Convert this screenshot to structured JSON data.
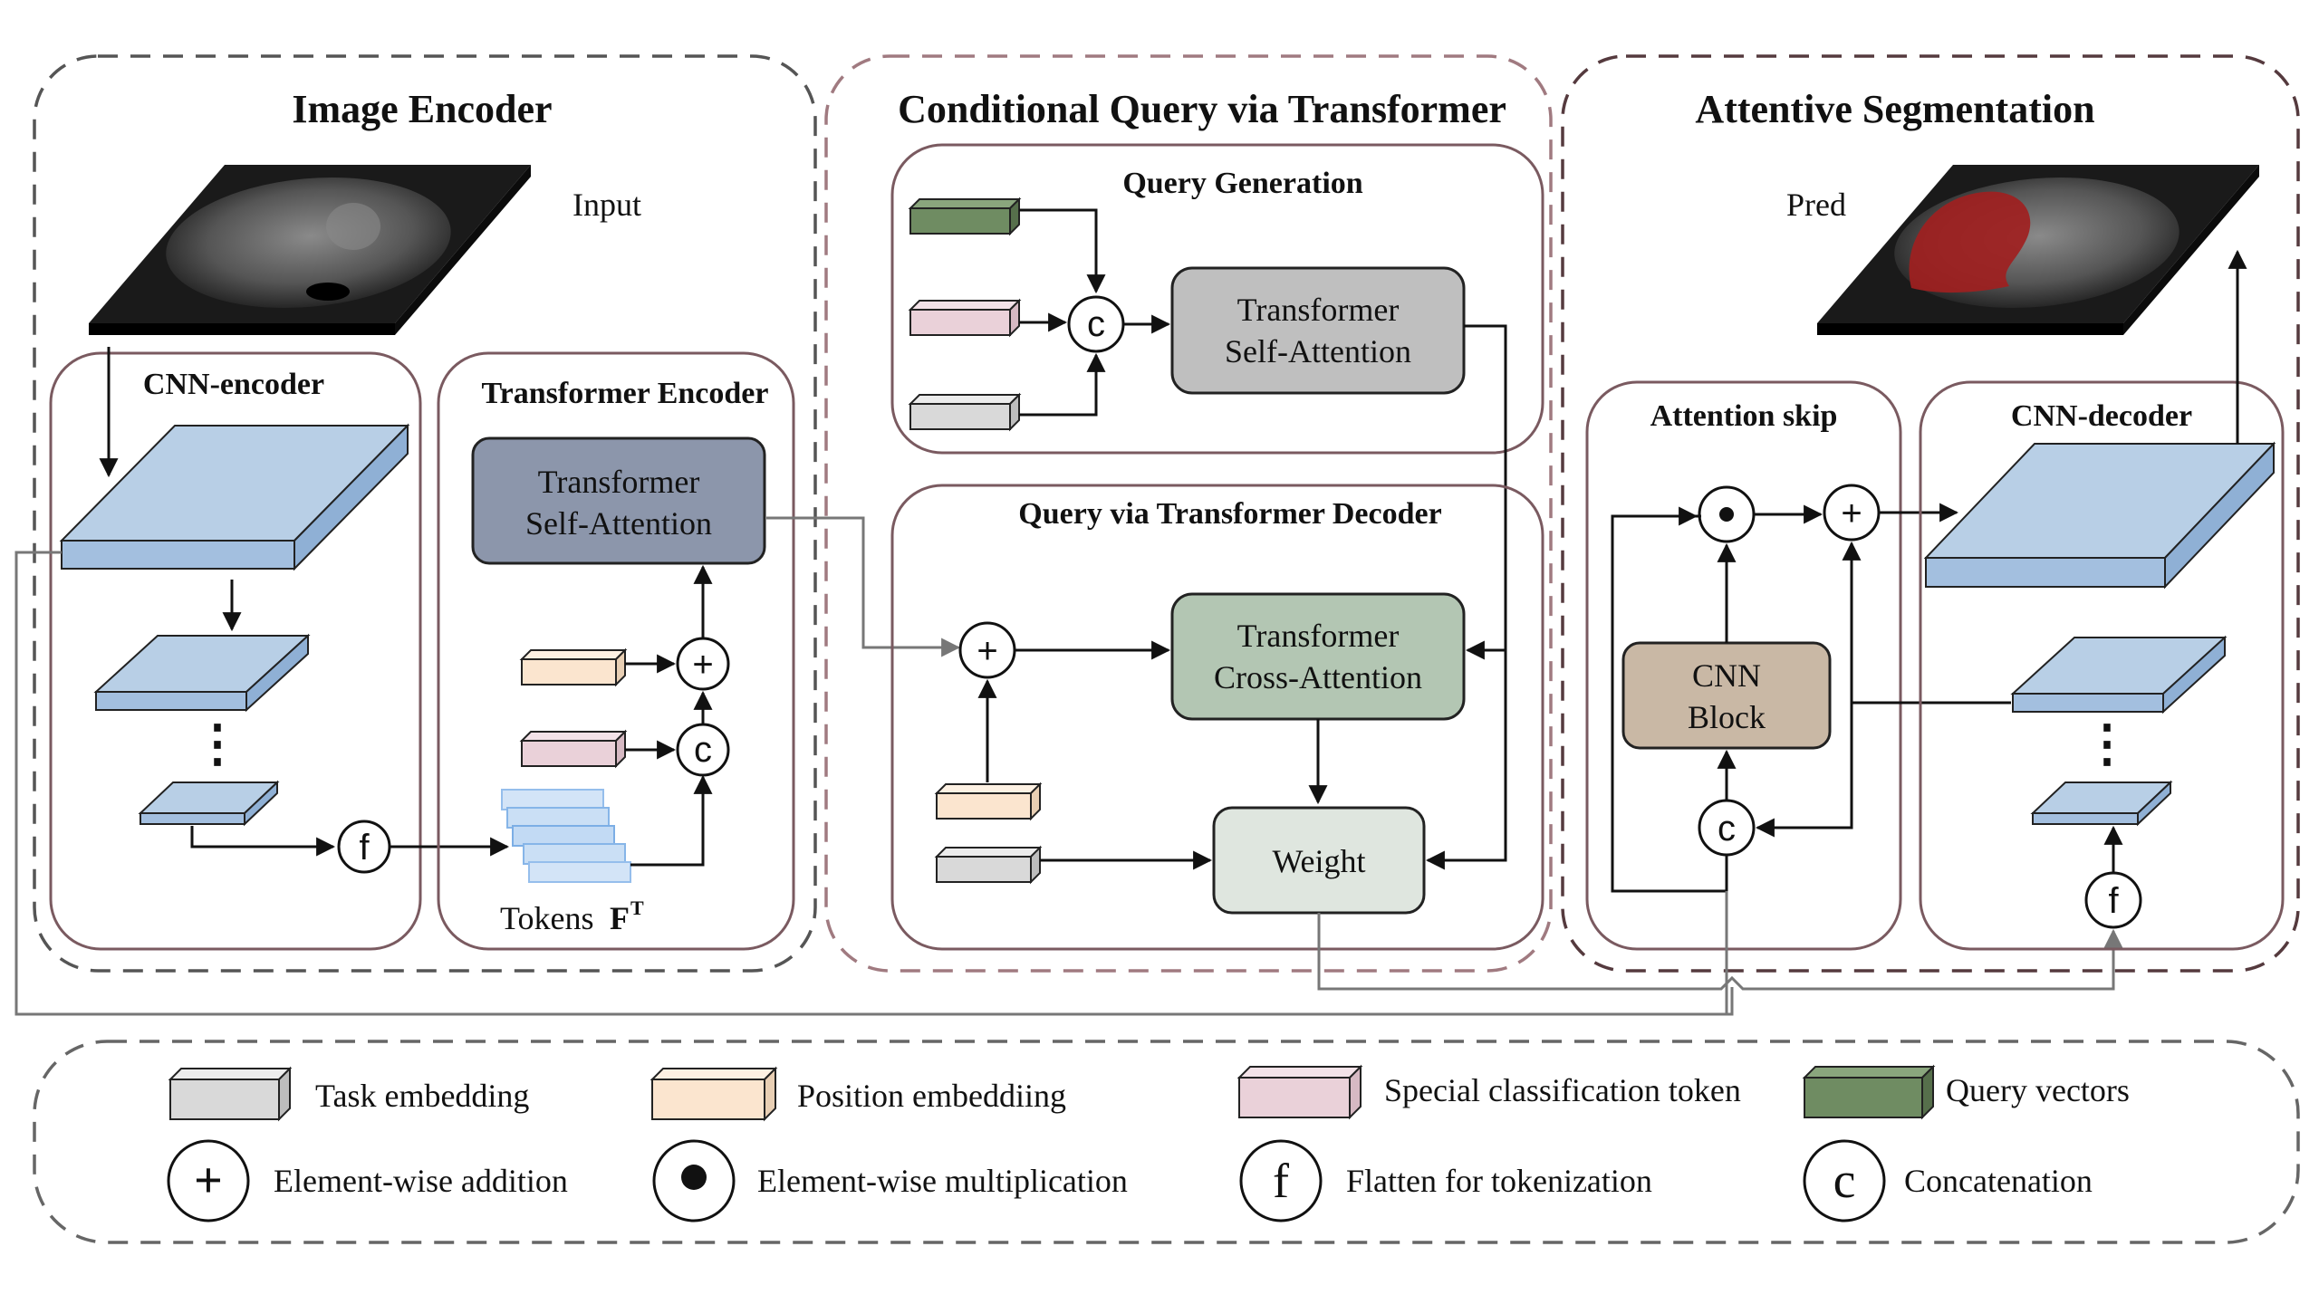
{
  "sections": {
    "image_encoder": "Image Encoder",
    "conditional_query": "Conditional Query via Transformer",
    "attentive_segmentation": "Attentive Segmentation"
  },
  "image_encoder": {
    "input_label": "Input",
    "cnn_encoder_title": "CNN-encoder",
    "transformer_encoder_title": "Transformer Encoder",
    "self_attention": [
      "Transformer",
      "Self-Attention"
    ],
    "tokens_label": "Tokens",
    "tokens_symbol": "F",
    "tokens_sup": "T"
  },
  "conditional_query": {
    "query_generation_title": "Query Generation",
    "qg_self_attention": [
      "Transformer",
      "Self-Attention"
    ],
    "decoder_title": "Query via Transformer Decoder",
    "cross_attention": [
      "Transformer",
      "Cross-Attention"
    ],
    "weight": "Weight"
  },
  "attentive_segmentation": {
    "pred_label": "Pred",
    "attention_skip_title": "Attention skip",
    "cnn_decoder_title": "CNN-decoder",
    "cnn_block": [
      "CNN",
      "Block"
    ]
  },
  "symbols": {
    "add": "+",
    "concat": "c",
    "flatten": "f",
    "ellipsis": "⋮"
  },
  "legend": {
    "task_embedding": "Task embedding",
    "position_embedding": "Position embeddiing",
    "special_token": "Special classification token",
    "query_vectors": "Query vectors",
    "add": "Element-wise addition",
    "mult": "Element-wise multiplication",
    "flatten": "Flatten for tokenization",
    "concat": "Concatenation"
  },
  "colors": {
    "task": "#d9d9d9",
    "position": "#fbe5cf",
    "special": "#ead1d9",
    "query": "#6f8c62",
    "feature_map": "#b8cfe6",
    "self_attention": "#8c96ab",
    "qg_self_attention": "#bfbfbf",
    "cross_attention": "#b3c6b3",
    "weight": "#dfe6df",
    "cnn_block": "#c9b8a5",
    "liver_mask": "#a02020"
  }
}
